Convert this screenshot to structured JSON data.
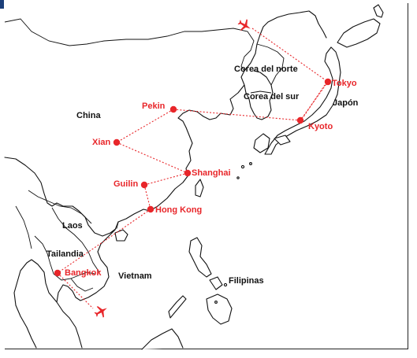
{
  "colors": {
    "route": "#e8262a",
    "land_stroke": "#111111",
    "country_text": "#111111",
    "city_text": "#e8262a",
    "corner_mark": "#1c3f7a"
  },
  "icons": [
    "airplane-icon",
    "airplane-icon"
  ],
  "countries": [
    {
      "id": "china",
      "label": "China"
    },
    {
      "id": "north-korea",
      "label": "Corea del norte"
    },
    {
      "id": "south-korea",
      "label": "Corea del sur"
    },
    {
      "id": "japan",
      "label": "Japón"
    },
    {
      "id": "laos",
      "label": "Laos"
    },
    {
      "id": "thailand",
      "label": "Tailandia"
    },
    {
      "id": "vietnam",
      "label": "Vietnam"
    },
    {
      "id": "philippines",
      "label": "Filipinas"
    }
  ],
  "cities": [
    {
      "id": "tokyo",
      "label": "Tokyo"
    },
    {
      "id": "kyoto",
      "label": "Kyoto"
    },
    {
      "id": "pekin",
      "label": "Pekin"
    },
    {
      "id": "xian",
      "label": "Xian"
    },
    {
      "id": "shanghai",
      "label": "Shanghai"
    },
    {
      "id": "guilin",
      "label": "Guilin"
    },
    {
      "id": "hong-kong",
      "label": "Hong Kong"
    },
    {
      "id": "bangkok",
      "label": "Bangkok"
    }
  ],
  "route_order": [
    "tokyo",
    "kyoto",
    "pekin",
    "xian",
    "shanghai",
    "guilin",
    "hong-kong",
    "bangkok"
  ]
}
